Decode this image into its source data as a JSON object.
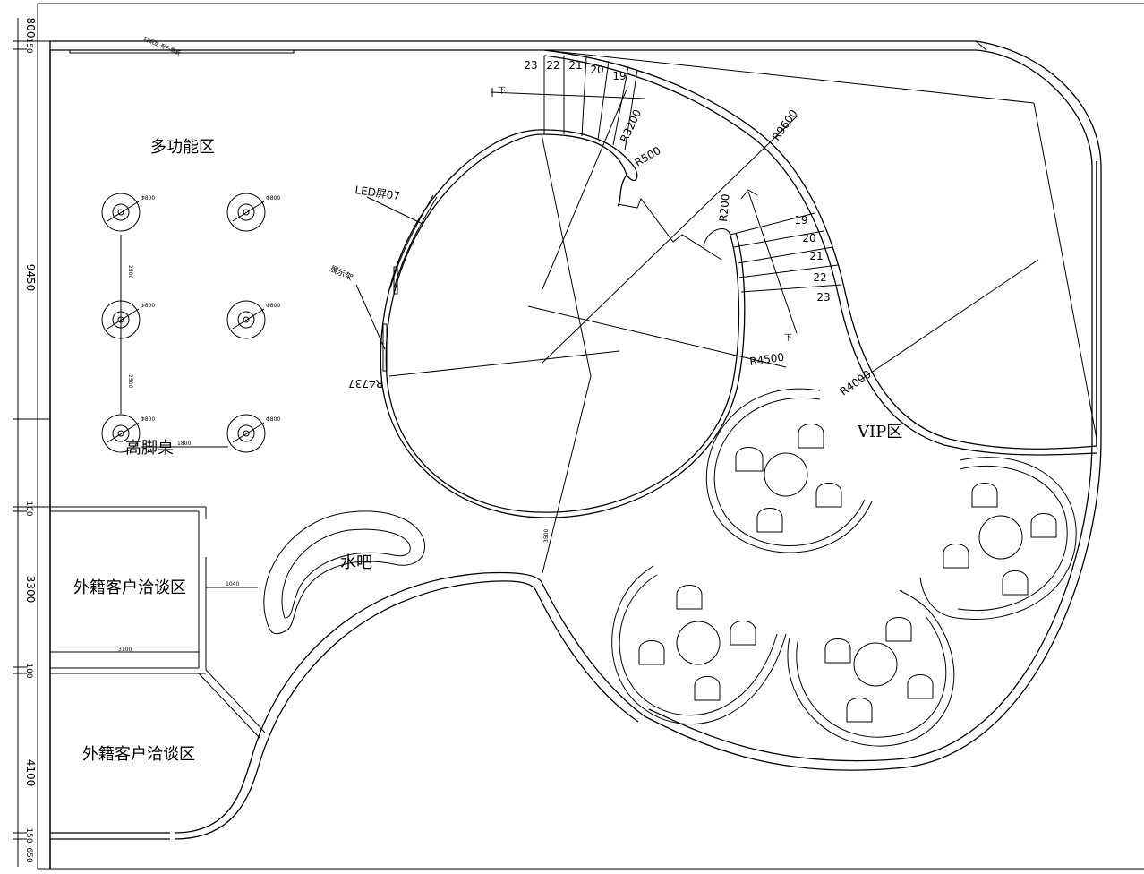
{
  "dimensions_left": [
    "800",
    "150",
    "9450",
    "100",
    "3300",
    "100",
    "4100",
    "150",
    "650"
  ],
  "areas": {
    "multi_function": "多功能区",
    "bar_table": "高脚桌",
    "water_bar": "水吧",
    "foreign_talk_1": "外籍客户洽谈区",
    "foreign_talk_2": "外籍客户洽谈区",
    "vip": "VIP区"
  },
  "annotations": {
    "led": "LED屏07",
    "display_rack": "展示架",
    "top_wall": "轻钢龙 骨石膏板",
    "r4737": "R4737",
    "r4500": "R4500",
    "r9600": "R9600",
    "r3200": "R3200",
    "r500": "R500",
    "r200": "R200",
    "r4000": "R4000",
    "down_1": "下",
    "down_2": "下",
    "dim_3100": "3100",
    "dim_1040": "1040",
    "dim_1800": "1800",
    "dim_2500a": "2500",
    "dim_2500b": "2500",
    "dim_3500": "3500",
    "dia_1": "Φ800",
    "dia_2": "Φ800",
    "dia_3": "Φ800",
    "dia_4": "Φ800",
    "dia_5": "Φ800",
    "dia_6": "Φ800"
  },
  "stairs_upper": [
    "23",
    "22",
    "21",
    "20",
    "19"
  ],
  "stairs_right": [
    "19",
    "20",
    "21",
    "22",
    "23"
  ]
}
